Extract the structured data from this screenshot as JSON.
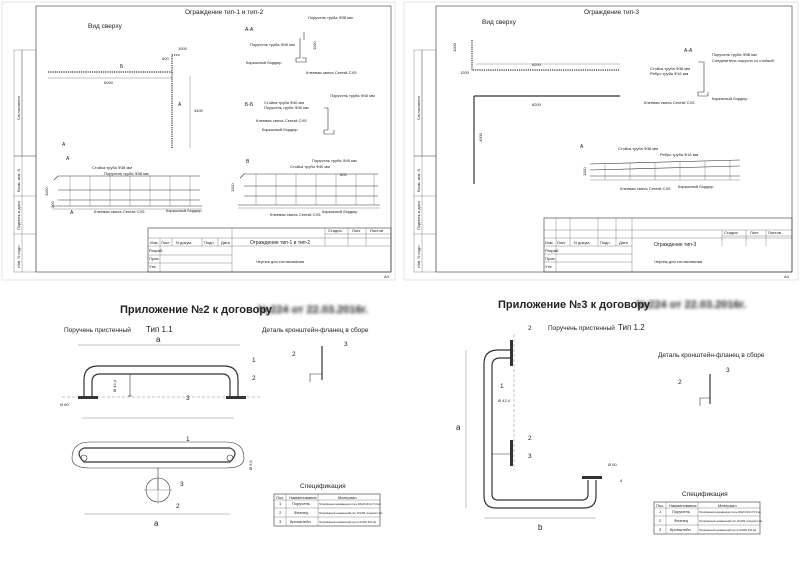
{
  "sheets": {
    "top_left": {
      "title": "Ограждение тип-1 и тип-2",
      "view_top": "Вид сверху",
      "section_aa": "А-А",
      "section_bb": "Б-Б",
      "label_b": "Б",
      "label_v": "В",
      "label_a": "А",
      "handrail": "Поручень труба Ф38 мм",
      "handrail40": "Поручень труба Ф40 мм",
      "rack": "Стойка труба Ф38 мм",
      "rack40": "Стойка труба Ф40 мм",
      "curb": "Каркасный бордюр",
      "glue": "Клеевая смесь Ceresit CX5",
      "dim_6000": "6000",
      "dim_4400": "4400",
      "dim_1000": "1000",
      "dim_600": "600",
      "dim_1100": "1100",
      "dim_200": "200",
      "stamp_title": "Ограждение тип-1 и тип-2",
      "stamp_sub": "Чертеж для согласования",
      "stamp_cols": [
        "Изм.",
        "Лист",
        "N докум.",
        "Подп.",
        "Дата"
      ],
      "stamp_right": [
        "Стадия",
        "Лист",
        "Листов"
      ],
      "stamp_rows": [
        "Разраб.",
        "Пров.",
        "Утв."
      ],
      "format": "А4",
      "side_labels": [
        "Согласовано",
        "Взам. инв. N",
        "Подпись и дата",
        "Инв. N подл."
      ]
    },
    "top_right": {
      "title": "Ограждение тип-3",
      "view_top": "Вид сверху",
      "section_aa": "А-А",
      "label_a": "А",
      "handrail": "Поручень труба Ф38 мм",
      "connect": "Соединитель поручня со стойкой",
      "rack": "Стойка труба Ф38 мм",
      "rib": "Ребро труба Ф16 мм",
      "curb": "Каркасный бордюр",
      "glue": "Клеевая смесь Ceresit CX5",
      "dim_6200": "6200",
      "dim_4000": "4000",
      "dim_1200": "1200",
      "dim_1100": "1100",
      "stamp_title": "Ограждение тип-3",
      "stamp_sub": "Чертеж для согласования",
      "stamp_cols": [
        "Изм.",
        "Лист",
        "N докум.",
        "Подп.",
        "Дата"
      ],
      "stamp_right": [
        "Стадия",
        "Лист",
        "Листов"
      ],
      "stamp_rows": [
        "Разраб.",
        "Пров.",
        "Утв."
      ],
      "format": "А4",
      "side_labels": [
        "Согласовано",
        "Взам. инв. N",
        "Подпись и дата",
        "Инв. N подл."
      ]
    },
    "bottom_left": {
      "heading": "Приложение №2 к договору",
      "heading_blur": "№224 от 22.03.2016г.",
      "subtitle": "Поручень пристенный",
      "type": "Тип 1.1",
      "detail": "Деталь кронштейн-фланец в сборе",
      "dim_a": "a",
      "dim_d": "Ø 42,4",
      "dim_flange": "Ø 60",
      "dim_small": "Ø 6,5",
      "callouts": [
        "1",
        "2",
        "3"
      ],
      "spec_title": "Спецификация",
      "spec_headers": [
        "Поз.",
        "Наименование",
        "Материал"
      ],
      "spec_rows": [
        [
          "1",
          "Поручень",
          "Полированная нержавеющая сталь AISI201 Ф42,4*1,5 мм"
        ],
        [
          "2",
          "Фланец",
          "Полированный нержавеющий лист AISI430 толщиной 4 мм"
        ],
        [
          "3",
          "Кронштейн",
          "Полированный нержавеющий пруток AISI201 Ф12 мм"
        ]
      ]
    },
    "bottom_right": {
      "heading": "Приложение №3 к договору",
      "heading_blur": "№224 от 22.03.2016г.",
      "subtitle": "Поручень пристенный",
      "type": "Тип 1.2",
      "detail": "Деталь кронштейн-фланец в сборе",
      "dim_a": "a",
      "dim_b": "b",
      "dim_d": "Ø 42,4",
      "dim_flange": "Ø 60",
      "callouts": [
        "1",
        "2",
        "3"
      ],
      "spec_title": "Спецификация",
      "spec_headers": [
        "Поз.",
        "Наименование",
        "Материал"
      ],
      "spec_rows": [
        [
          "1",
          "Поручень",
          "Полированная нержавеющая сталь AISI201 Ф42,4*1,5 мм"
        ],
        [
          "2",
          "Фланец",
          "Полированный нержавеющий лист AISI430 толщиной 4 мм"
        ],
        [
          "3",
          "Кронштейн",
          "Полированный нержавеющий пруток AISI201 Ф12 мм"
        ]
      ]
    }
  }
}
